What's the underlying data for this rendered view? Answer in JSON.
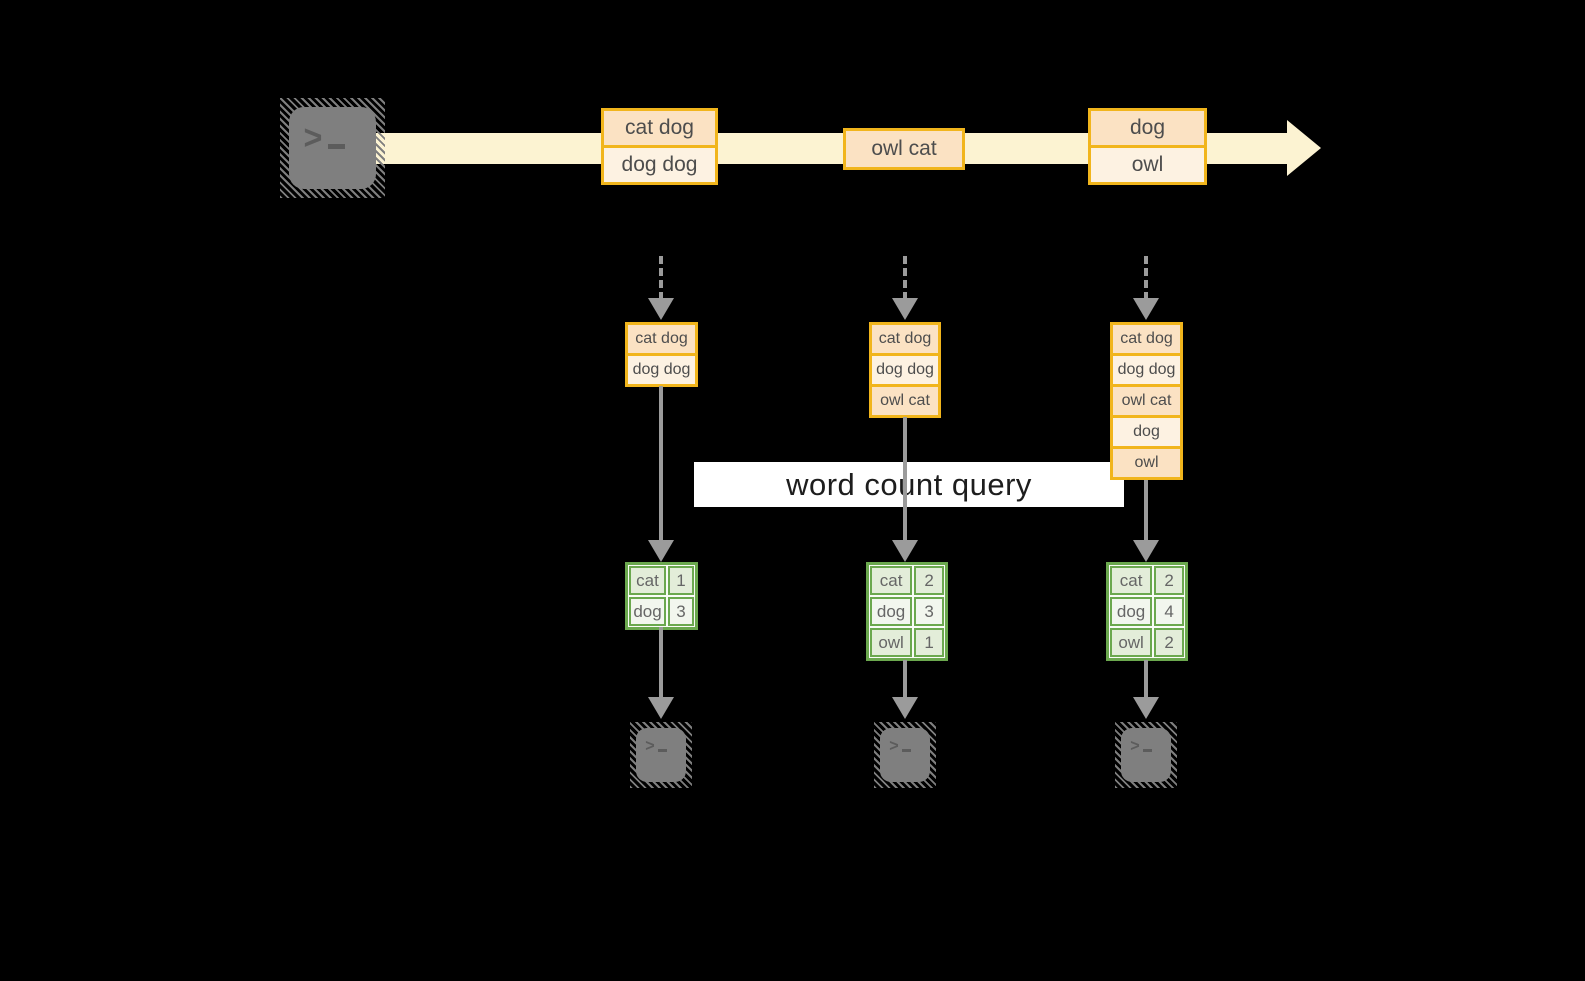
{
  "query": {
    "label": "word count query"
  },
  "terminal": {
    "prompt": ">",
    "cursor": "_"
  },
  "stream_boxes": [
    {
      "cells": [
        "cat dog",
        "dog dog"
      ]
    },
    {
      "cells": [
        "owl cat"
      ]
    },
    {
      "cells": [
        "dog",
        "owl"
      ]
    }
  ],
  "columns": [
    {
      "events": [
        "cat dog",
        "dog dog"
      ],
      "counts": [
        {
          "word": "cat",
          "count": 1
        },
        {
          "word": "dog",
          "count": 3
        }
      ]
    },
    {
      "events": [
        "cat dog",
        "dog dog",
        "owl cat"
      ],
      "counts": [
        {
          "word": "cat",
          "count": 2
        },
        {
          "word": "dog",
          "count": 3
        },
        {
          "word": "owl",
          "count": 1
        }
      ]
    },
    {
      "events": [
        "cat dog",
        "dog dog",
        "owl cat",
        "dog",
        "owl"
      ],
      "counts": [
        {
          "word": "cat",
          "count": 2
        },
        {
          "word": "dog",
          "count": 4
        },
        {
          "word": "owl",
          "count": 2
        }
      ]
    }
  ],
  "colors": {
    "accent_orange": "#f1b51c",
    "fill_peach": "#fbe2c3",
    "fill_cream": "#fdf2e2",
    "band_cream": "#fcf3d2",
    "green_border": "#6ba84e",
    "green_fill_dark": "#e3edd9",
    "green_fill_light": "#f2f6ee",
    "arrow_gray": "#9b9b9b",
    "terminal_gray": "#7f7f7f",
    "background": "#000000"
  }
}
